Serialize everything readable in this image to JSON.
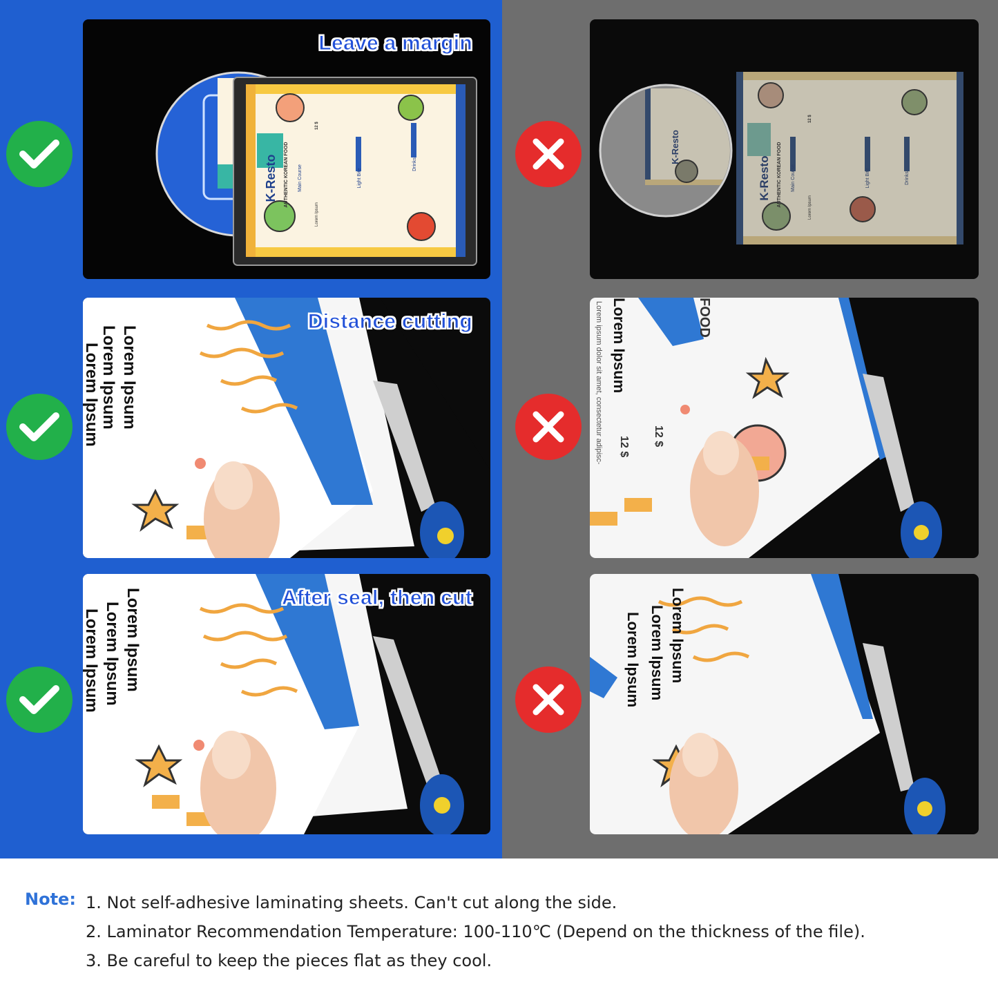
{
  "colors": {
    "left_bg": "#1f5fd0",
    "right_bg": "#6e6e6e",
    "check": "#22b04a",
    "cross": "#e52c2c",
    "caption": "#2150d8",
    "note_label": "#2f72d8"
  },
  "rows": [
    {
      "caption": "Leave a margin",
      "left_icon": "check-icon",
      "right_icon": "cross-icon"
    },
    {
      "caption": "Distance cutting",
      "left_icon": "check-icon",
      "right_icon": "cross-icon"
    },
    {
      "caption": "After seal, then cut",
      "left_icon": "check-icon",
      "right_icon": "cross-icon"
    }
  ],
  "menu": {
    "brand": "K-Resto",
    "tagline": "AUTHENTIC KOREAN FOOD",
    "sections": [
      "Main Course",
      "Light Bite",
      "Drinks"
    ],
    "item_label": "Lorem Ipsum",
    "price": "12 $"
  },
  "photo_text": {
    "big": "Lorem Ipsum",
    "food": "FOOD",
    "small": "Lorem ipsum dolor sit amet, consectetur adipisc-",
    "price": "12 $"
  },
  "note": {
    "label": "Note:",
    "items": [
      "1. Not self-adhesive laminating sheets. Can't cut along the side.",
      "2. Laminator Recommendation Temperature: 100-110℃ (Depend on the thickness of the file).",
      "3. Be careful to keep the pieces flat as they cool."
    ]
  }
}
